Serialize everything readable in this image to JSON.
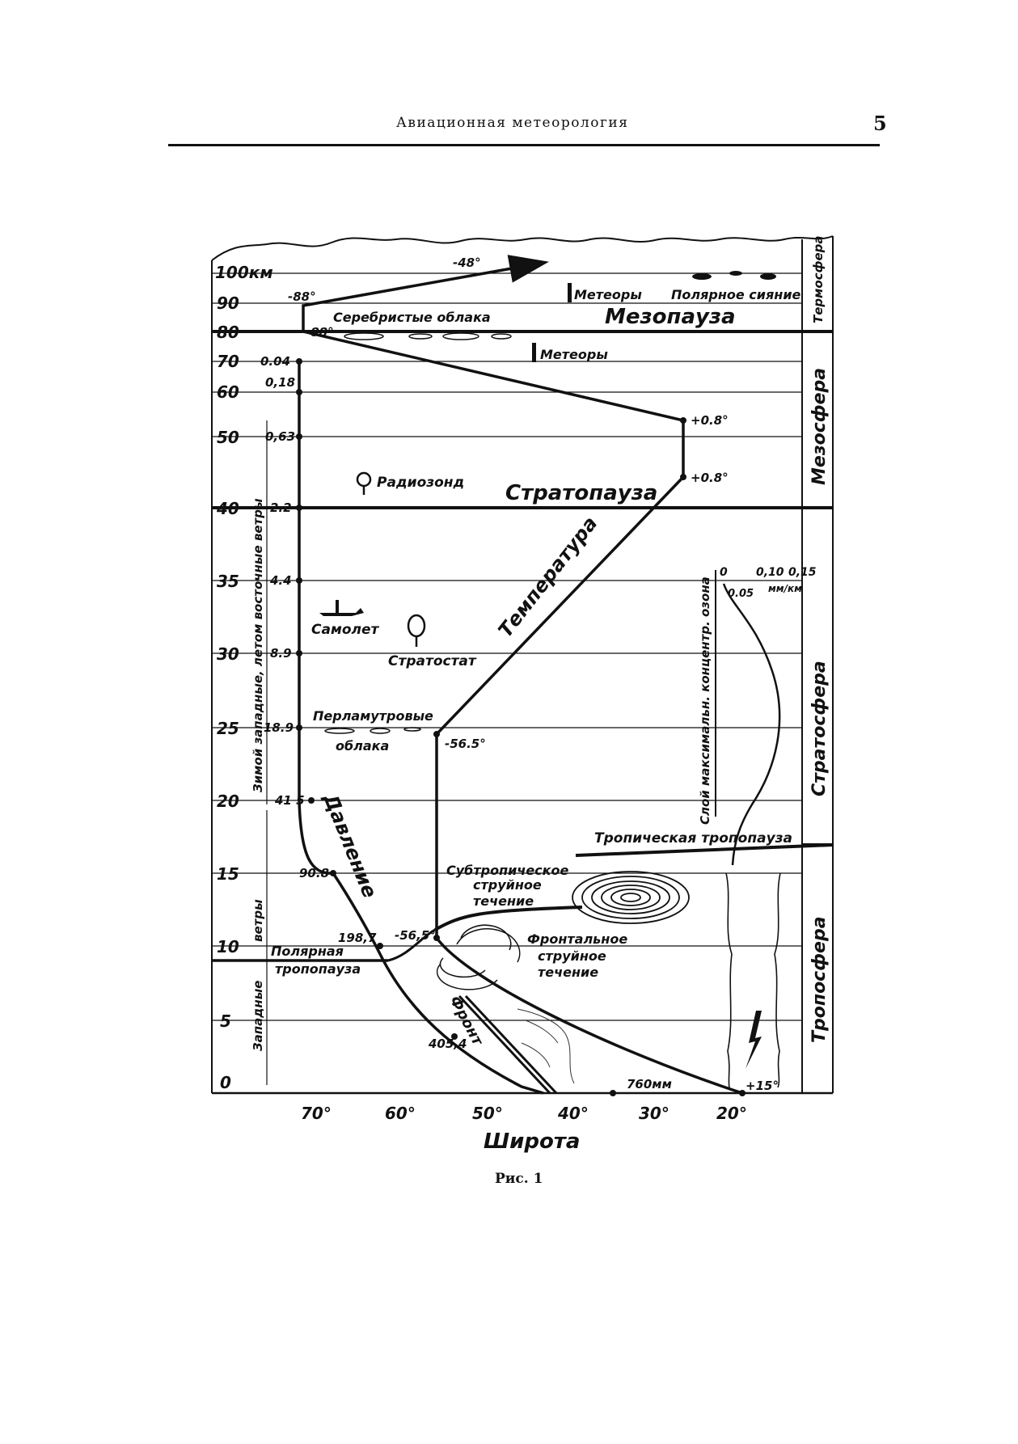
{
  "header": {
    "running_title": "Авиационная метеорология",
    "page_number": "5"
  },
  "caption": "Рис. 1",
  "diagram": {
    "y_ticks": [
      "100км",
      "90",
      "80",
      "70",
      "60",
      "50",
      "40",
      "35",
      "30",
      "25",
      "20",
      "15",
      "10",
      "5",
      "0"
    ],
    "x_ticks": [
      "70°",
      "60°",
      "50°",
      "40°",
      "30°",
      "20°"
    ],
    "x_axis_label": "Широта",
    "layers": [
      "Термосфера",
      "Мезосфера",
      "Стратосфера",
      "Тропосфера"
    ],
    "pauses": [
      "Мезопауза",
      "Стратопауза",
      "Тропическая тропопауза",
      "Полярная",
      "тропопауза"
    ],
    "pressure_label": "Давление",
    "pressure_values": [
      "0.04",
      "0,18",
      "0,63",
      "2.2",
      "4.4",
      "8.9",
      "18.9",
      "41 5",
      "90.8",
      "198,7",
      "405,4",
      "760мм"
    ],
    "temperature_label": "Температура",
    "temperature_values": [
      "-48°",
      "-88°",
      "-88°",
      "+0.8°",
      "+0.8°",
      "-56.5°",
      "-56,5°",
      "+15°"
    ],
    "objects": {
      "meteors_top": "Метеоры",
      "aurora": "Полярное сияние",
      "noctilucent": "Серебристые облака",
      "meteors_mid": "Метеоры",
      "radiosonde": "Радиозонд",
      "airplane": "Самолет",
      "stratostat": "Стратостат",
      "nacreous_1": "Перламутровые",
      "nacreous_2": "облака",
      "subtropical_1": "Субтропическое",
      "subtropical_2": "струйное",
      "subtropical_3": "течение",
      "frontal_1": "Фронтальное",
      "frontal_2": "струйное",
      "frontal_3": "течение",
      "front": "Фронт"
    },
    "winds_upper": "Зимой западные, летом восточные ветры",
    "winds_mid": "ветры",
    "winds_low": "Западные",
    "ozone": {
      "title": "Слой максимальн. концентр. озона",
      "scale": [
        "0",
        "0,10",
        "0,15",
        "0.05"
      ],
      "unit": "мм/км"
    }
  }
}
